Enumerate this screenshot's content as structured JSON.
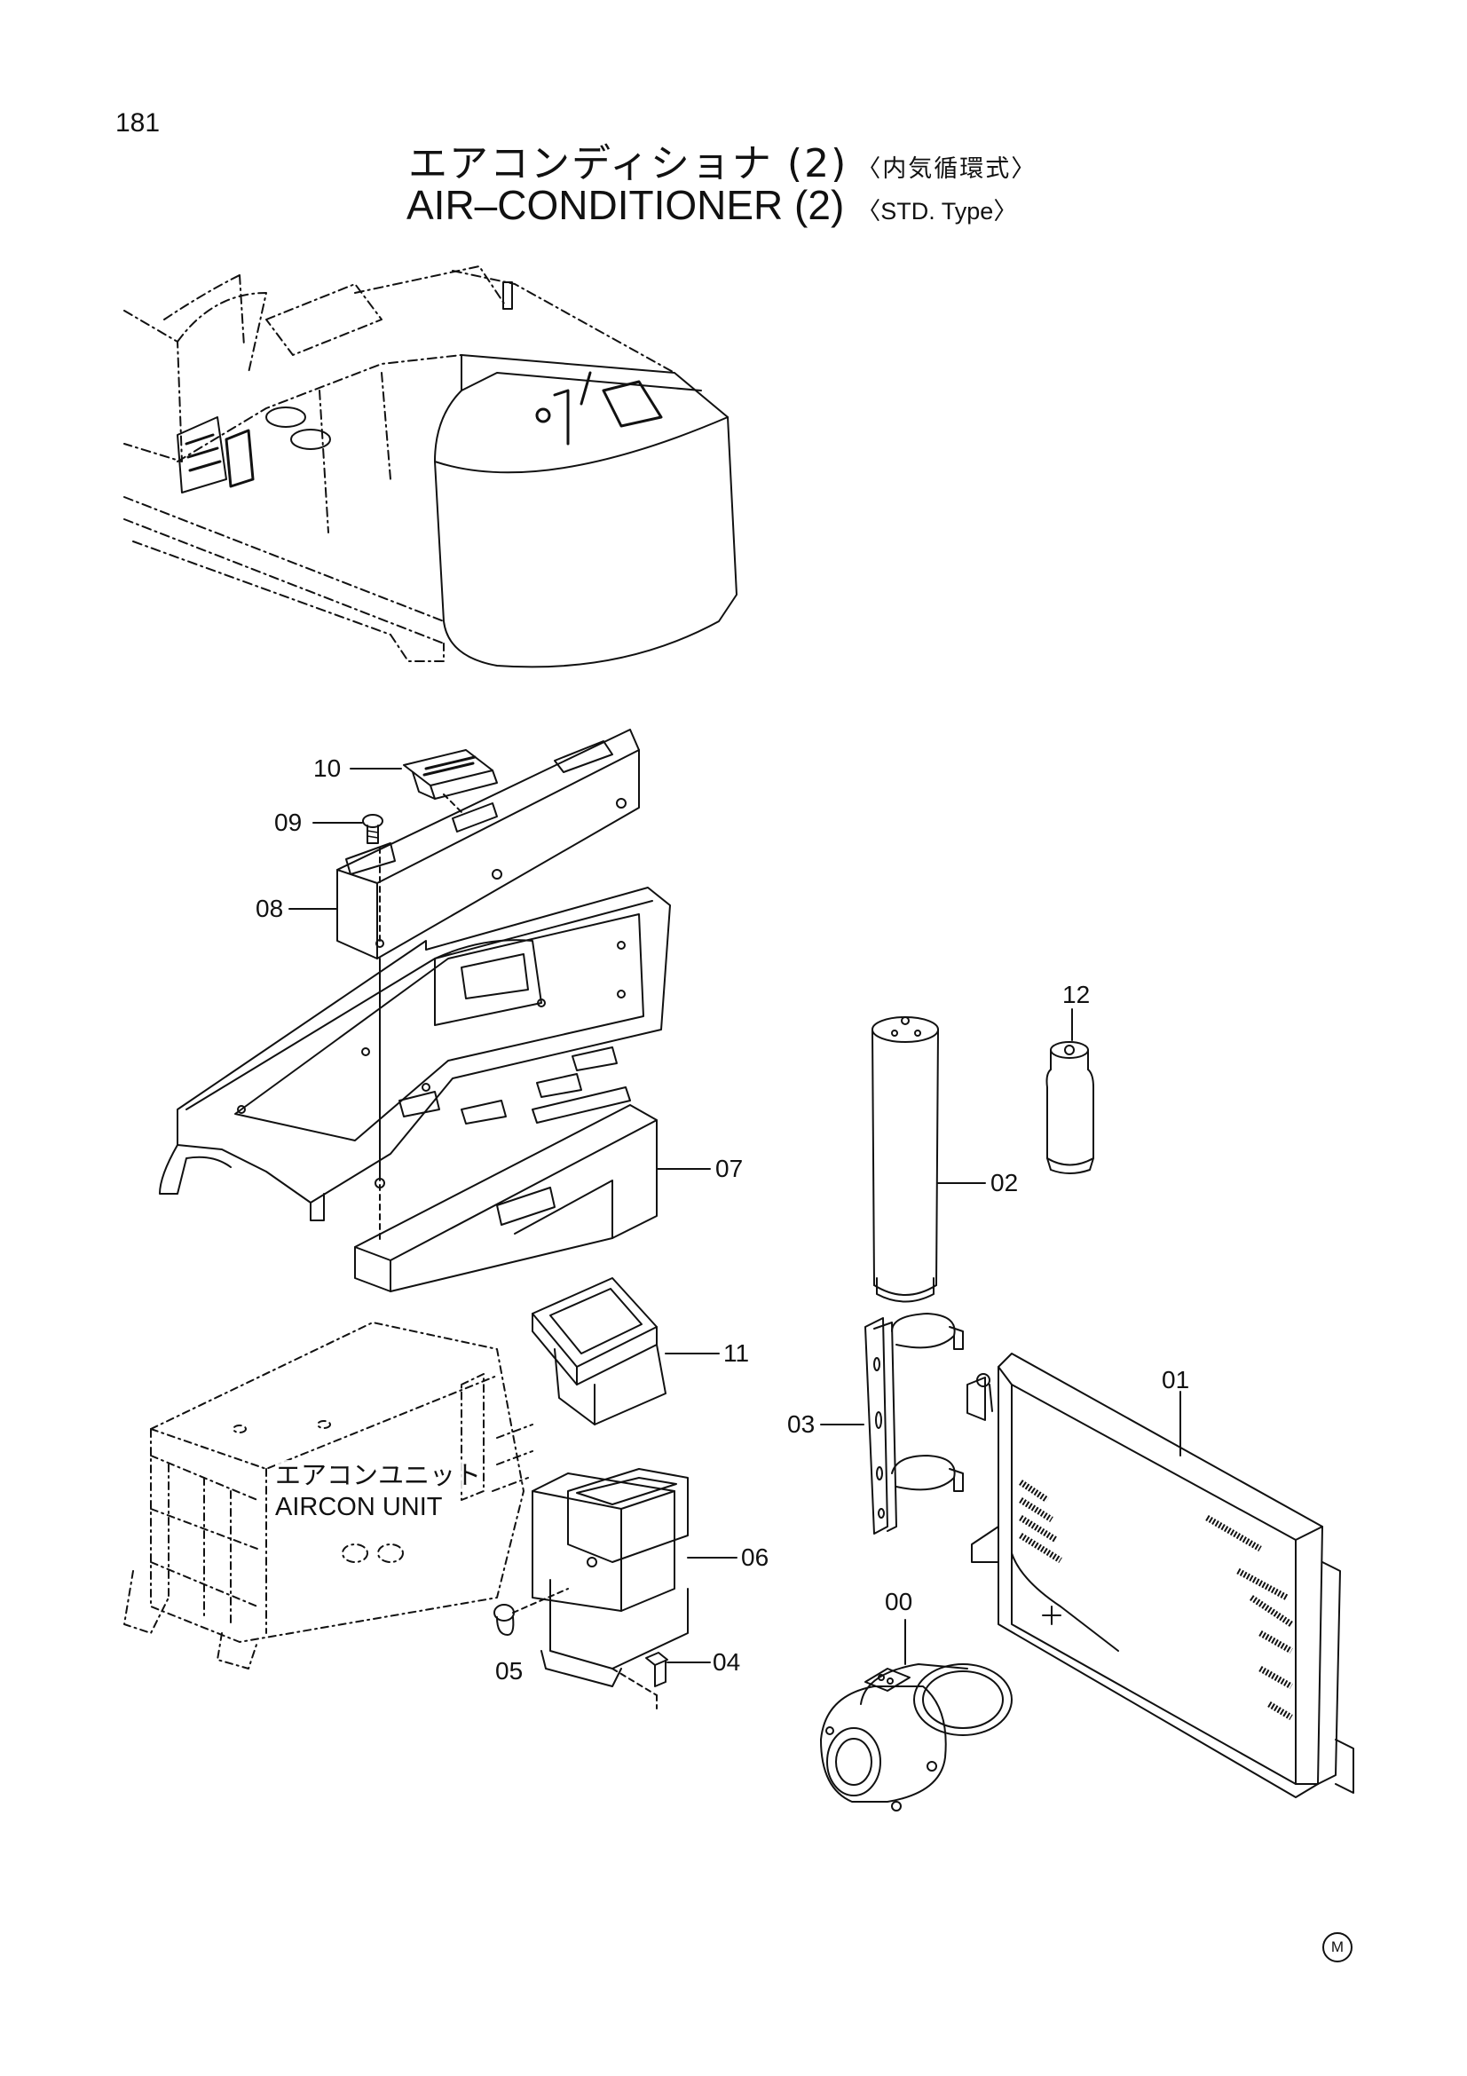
{
  "page_number": "181",
  "title": {
    "jp": "エアコンディショナ (2)",
    "jp_sub": "〈内気循環式〉",
    "en": "AIR–CONDITIONER (2)",
    "en_sub": "〈STD. Type〉"
  },
  "unit_label": {
    "jp": "エアコンユニット",
    "en": "AIRCON UNIT"
  },
  "callouts": {
    "c00": "00",
    "c01": "01",
    "c02": "02",
    "c03": "03",
    "c04": "04",
    "c05": "05",
    "c06": "06",
    "c07": "07",
    "c08": "08",
    "c09": "09",
    "c10": "10",
    "c11": "11",
    "c12": "12"
  },
  "mark": "M"
}
